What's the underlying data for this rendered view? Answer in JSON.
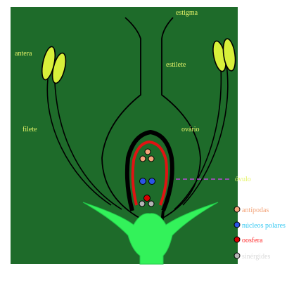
{
  "labels": {
    "estigma": "estigma",
    "antera": "antera",
    "estilete": "estilete",
    "filete": "filete",
    "ovario": "ovário",
    "ovulo": "óvulo"
  },
  "legend": [
    {
      "label": "antípodas",
      "color": "#f3a47a"
    },
    {
      "label": "núcleos polares",
      "color": "#2b55e6"
    },
    {
      "label": "oosfera",
      "color": "#d60000"
    },
    {
      "label": "sinérgides",
      "color": "#b5b5b5"
    }
  ],
  "colors": {
    "background": "#1e6b2a",
    "outline": "#000000",
    "receptacle": "#33f25a",
    "anther": "#d8f03a",
    "sac": "#e01313",
    "label_text": "#e6f46a",
    "ovule_pointer": "#b84ad6"
  }
}
